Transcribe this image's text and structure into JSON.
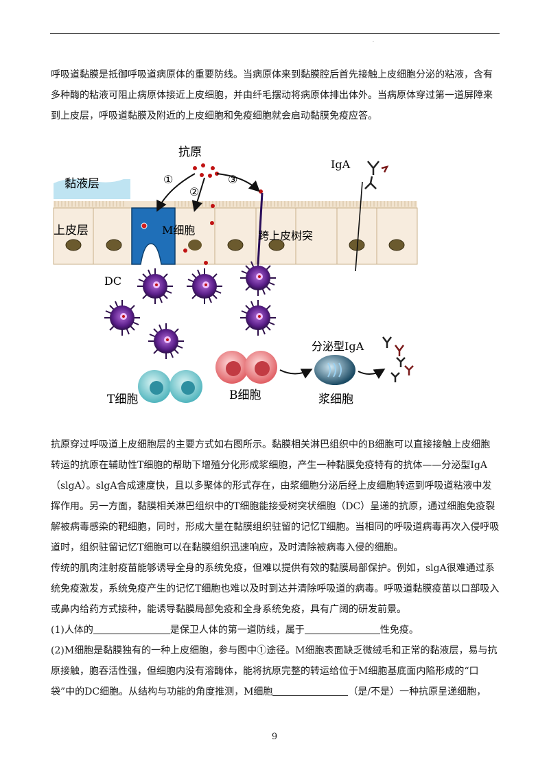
{
  "intro": "呼吸道黏膜是抵御呼吸道病原体的重要防线。当病原体来到黏膜腔后首先接触上皮细胞分泌的粘液，含有多种酶的粘液可阻止病原体接近上皮细胞，并由纤毛摆动将病原体排出体外。当病原体穿过第一道屏障来到上皮层，呼吸道黏膜及附近的上皮细胞和免疫细胞就会启动黏膜免疫应答。",
  "figure": {
    "antigen": "抗原",
    "route1": "①",
    "route2": "②",
    "route3": "③",
    "mucus_layer": "黏液层",
    "epithelium": "上皮层",
    "m_cell": "M细胞",
    "trans_dendrite": "跨上皮树突",
    "iga": "IgA",
    "dc": "DC",
    "t_cell": "T细胞",
    "b_cell": "B细胞",
    "secretory_iga": "分泌型IgA",
    "plasma_cell": "浆细胞"
  },
  "para2": "抗原穿过呼吸道上皮细胞层的主要方式如右图所示。黏膜相关淋巴组织中的B细胞可以直接接触上皮细胞转运的抗原在辅助性T细胞的帮助下增殖分化形成浆细胞，产生一种黏膜免疫特有的抗体——分泌型IgA（slgA）。slgA合成速度快，且以多聚体的形式存在，由浆细胞分泌后经上皮细胞转运到呼吸道粘液中发挥作用。另一方面，黏膜相关淋巴组织中的T细胞能接受树突状细胞（DC）呈递的抗原，通过细胞免疫裂解被病毒感染的靶细胞，同时，形成大量在黏膜组织驻留的记忆T细胞。当相同的呼吸道病毒再次入侵呼吸道时，组织驻留记忆T细胞可以在黏膜组织迅速响应，及时清除被病毒入侵的细胞。",
  "para3": "传统的肌肉注射疫苗能够诱导全身的系统免疫，但难以提供有效的黏膜局部保护。例如，slgA很难通过系统免疫激发，系统免疫产生的记忆T细胞也难以及时到达并清除呼吸道的病毒。呼吸道黏膜疫苗以口部吸入或鼻内给药方式接种，能诱导黏膜局部免疫和全身系统免疫，具有广阔的研发前景。",
  "q1": {
    "prefix": "(1)人体的",
    "middle": "是保卫人体的第一道防线，属于",
    "suffix": "性免疫。"
  },
  "q2": {
    "text": "(2)M细胞是黏膜独有的一种上皮细胞，参与图中①途径。M细胞表面缺乏微绒毛和正常的黏液层，易与抗原接触，胞吞活性强，但细胞内没有溶酶体，能将抗原完整的转运给位于M细胞基底面内陷形成的“口袋”中的DC细胞。从结构与功能的角度推测，M细胞",
    "suffix": "（是/不是）一种抗原呈递细胞，"
  },
  "page_number": "9"
}
